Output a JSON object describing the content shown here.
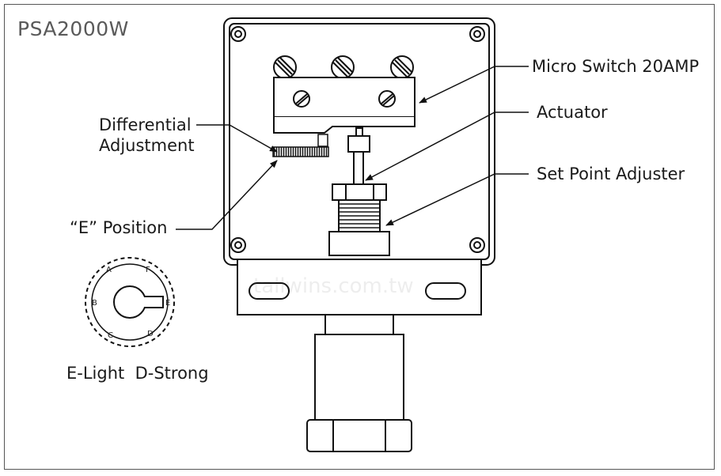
{
  "diagram": {
    "title": "PSA2000W",
    "labels": {
      "micro_switch": "Micro Switch 20AMP",
      "actuator": "Actuator",
      "set_point": "Set Point Adjuster",
      "differential_line1": "Differential",
      "differential_line2": "Adjustment",
      "e_position": "“E” Position",
      "legend": "E-Light  D-Strong"
    },
    "dial_letters": [
      "A",
      "F",
      "B",
      "E",
      "C",
      "D"
    ],
    "watermark": "tallwins.com.tw"
  }
}
